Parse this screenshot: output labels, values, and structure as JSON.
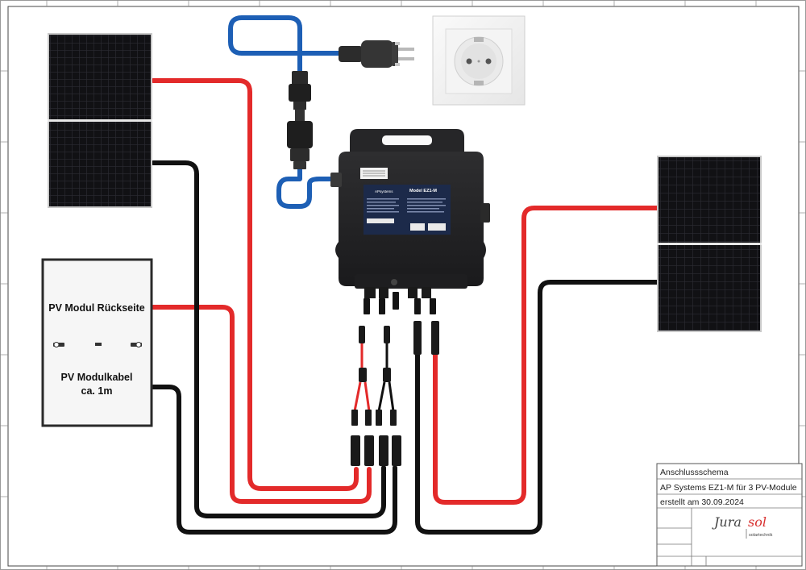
{
  "rear_module": {
    "label": "PV Modul Rückseite",
    "cable_line1": "PV Modulkabel",
    "cable_line2": "ca. 1m"
  },
  "inverter": {
    "brand": "APsystems",
    "model": "Model EZ1-M"
  },
  "title_block": {
    "title": "Anschlussschema",
    "description": "AP Systems EZ1-M für 3 PV-Module",
    "date": "erstellt am 30.09.2024",
    "logo_part1": "Jura",
    "logo_part2": "sol",
    "logo_sub": "solartechnik"
  },
  "colors": {
    "dc_positive": "#e32a2a",
    "dc_negative": "#111111",
    "ac_cable": "#1d5fb5",
    "panel_cell": "#0e0e10",
    "logo_accent": "#d8302f"
  }
}
